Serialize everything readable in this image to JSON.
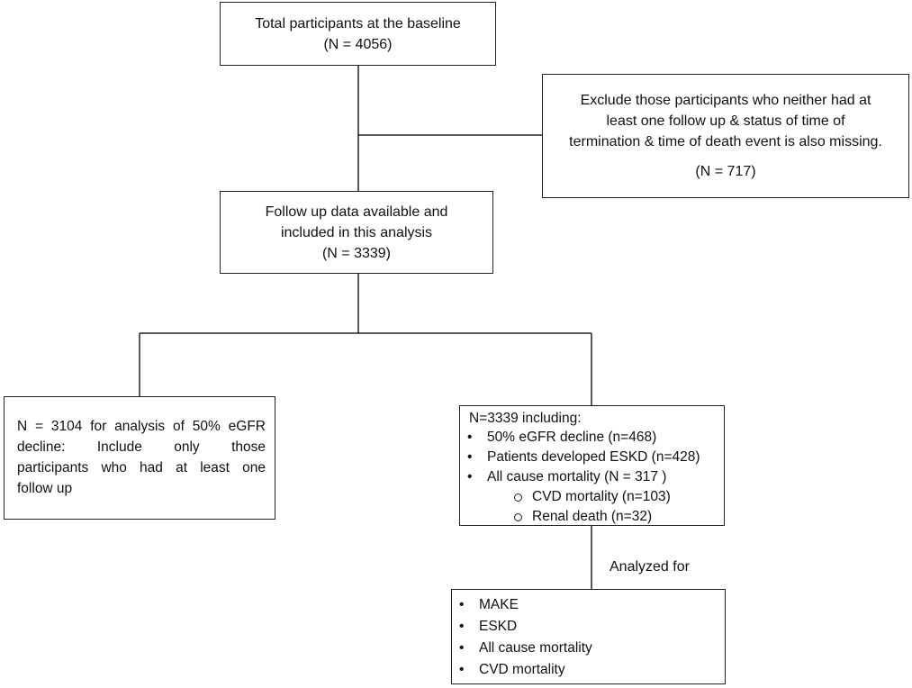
{
  "nodes": {
    "baseline": {
      "line1": "Total participants at the baseline",
      "line2": "(N = 4056)"
    },
    "exclude": {
      "line1": "Exclude those participants who neither had at",
      "line2": "least one follow up & status of time of",
      "line3": "termination & time of death event is also missing.",
      "count": "(N = 717)"
    },
    "followup": {
      "line1": "Follow up data available and",
      "line2": "included in this analysis",
      "line3": "(N = 3339)"
    },
    "egfr_analysis": {
      "line1": "N = 3104 for analysis of 50% eGFR",
      "line2": "decline: Include only those",
      "line3": "participants who had at least one",
      "line4": "follow up"
    },
    "including": {
      "header": "N=3339 including:",
      "items": [
        "50% eGFR decline (n=468)",
        "Patients developed ESKD (n=428)",
        "All cause mortality (N = 317 )"
      ],
      "subitems": [
        "CVD mortality (n=103)",
        "Renal death (n=32)"
      ]
    },
    "analyzed": {
      "items": [
        "MAKE",
        "ESKD",
        "All cause mortality",
        "CVD mortality"
      ]
    }
  },
  "edges": {
    "analyzed_label": "Analyzed for"
  }
}
